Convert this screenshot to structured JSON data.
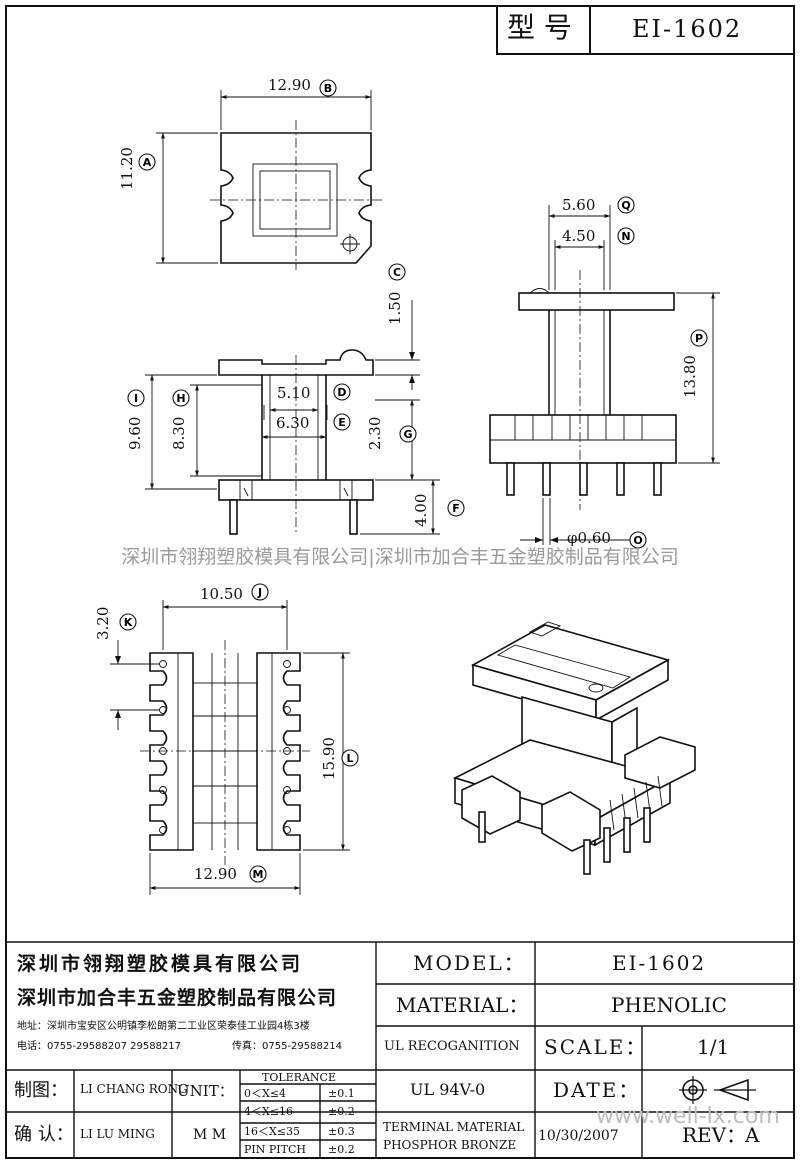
{
  "header": {
    "model_label": "型 号",
    "model_value": "EI-1602"
  },
  "dimensions": {
    "b": "12.90",
    "a": "11.20",
    "q": "5.60",
    "n": "4.50",
    "c": "1.50",
    "p": "13.80",
    "d": "5.10",
    "i": "9.60",
    "h": "8.30",
    "e": "6.30",
    "g": "2.30",
    "f": "4.00",
    "o": "φ0.60",
    "j": "10.50",
    "k": "3.20",
    "l": "15.90",
    "m": "12.90"
  },
  "callouts": {
    "a": "A",
    "b": "B",
    "c": "C",
    "d": "D",
    "e": "E",
    "f": "F",
    "g": "G",
    "h": "H",
    "i": "I",
    "j": "J",
    "k": "K",
    "l": "L",
    "m": "M",
    "n": "N",
    "o": "O",
    "p": "P",
    "q": "Q"
  },
  "watermark": "深圳市翎翔塑胶模具有限公司|深圳市加合丰五金塑胶制品有限公司",
  "title_block": {
    "company1": "深圳市翎翔塑胶模具有限公司",
    "company2": "深圳市加合丰五金塑胶制品有限公司",
    "address": "地址：深圳市宝安区公明镇李松朗第二工业区荣泰佳工业园4栋3楼",
    "phone": "电话：0755-29588207  29588217",
    "fax": "传真：0755-29588214",
    "drawn_label": "制图：",
    "drawn_by": "LI CHANG RONG",
    "confirm_label": "确 认：",
    "confirmed_by": "LI LU MING",
    "unit_label": "UNIT：",
    "unit_value": "M M",
    "tolerance_title": "TOLERANCE",
    "tol1_range": "0＜X≤4",
    "tol1_value": "±0.1",
    "tol2_range": "4＜X≤16",
    "tol2_value": "±0.2",
    "tol3_range": "16＜X≤35",
    "tol3_value": "±0.3",
    "tol4_range": "PIN PITCH",
    "tol4_value": "±0.2",
    "model_label": "MODEL：",
    "model_value": "EI-1602",
    "material_label": "MATERIAL：",
    "material_value": "PHENOLIC",
    "ul_label": "UL RECOGANITION",
    "ul_value": "UL 94V-0",
    "scale_label": "SCALE：",
    "scale_value": "1/1",
    "date_label": "DATE：",
    "date_value": "10/30/2007",
    "terminal_label1": "TERMINAL MATERIAL",
    "terminal_label2": "PHOSPHOR  BRONZE",
    "rev_label": "REV：",
    "rev_value": "A"
  },
  "website": "www.well-lx.com"
}
